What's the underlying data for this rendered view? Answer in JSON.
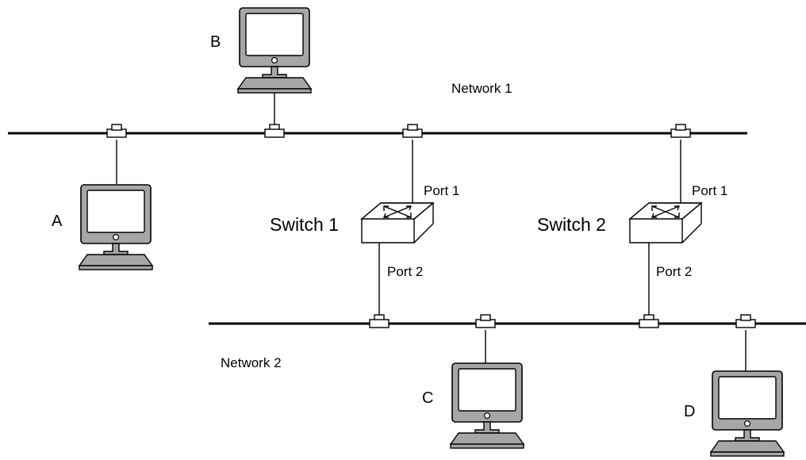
{
  "networks": [
    {
      "id": "network-1",
      "label": "Network 1"
    },
    {
      "id": "network-2",
      "label": "Network 2"
    }
  ],
  "computers": [
    {
      "id": "A",
      "label": "A",
      "network": "Network 1"
    },
    {
      "id": "B",
      "label": "B",
      "network": "Network 1"
    },
    {
      "id": "C",
      "label": "C",
      "network": "Network 2"
    },
    {
      "id": "D",
      "label": "D",
      "network": "Network 2"
    }
  ],
  "switches": [
    {
      "id": "switch-1",
      "label": "Switch 1",
      "port1_label": "Port 1",
      "port2_label": "Port 2",
      "port1_network": "Network 1",
      "port2_network": "Network 2"
    },
    {
      "id": "switch-2",
      "label": "Switch 2",
      "port1_label": "Port 1",
      "port2_label": "Port 2",
      "port1_network": "Network 1",
      "port2_network": "Network 2"
    }
  ],
  "colors": {
    "device_gray": "#a6a6a6",
    "line": "#000000",
    "background": "#ffffff"
  }
}
